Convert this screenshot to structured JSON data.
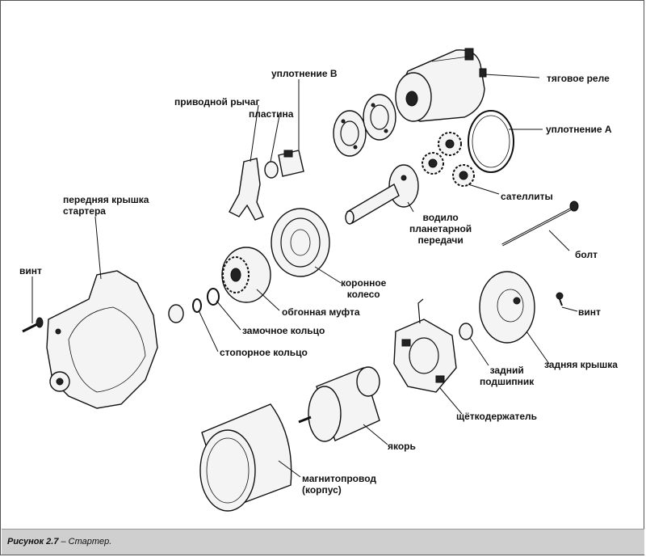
{
  "figure": {
    "caption_label": "Рисунок 2.7",
    "caption_sep": " – ",
    "caption_text": "Стартер."
  },
  "labels": {
    "seal_b": "уплотнение В",
    "solenoid": "тяговое реле",
    "drive_lever": "приводной рычаг",
    "plate": "пластина",
    "seal_a": "уплотнение А",
    "front_cover": "передняя крышка\nстартера",
    "planet_gears": "сателлиты",
    "planet_carrier": "водило\nпланетарной\nпередачи",
    "bolt": "болт",
    "screw_left": "винт",
    "ring_gear": "коронное\nколесо",
    "clutch": "обгонная муфта",
    "snap_ring": "замочное кольцо",
    "stop_ring": "стопорное кольцо",
    "rear_bearing": "задний\nподшипник",
    "screw_right": "винт",
    "rear_cover": "задняя крышка",
    "brush_holder": "щёткодержатель",
    "armature": "якорь",
    "yoke": "магнитопровод\n(корпус)"
  }
}
